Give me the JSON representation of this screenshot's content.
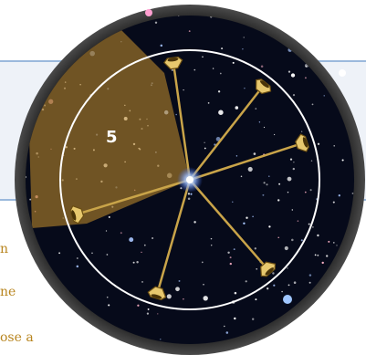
{
  "side_text": [
    "n",
    "ne",
    "ose a"
  ],
  "selected_value": "5",
  "colors": {
    "accent": "#c9a449",
    "sector": "#b8862b",
    "sky": "#060a1a",
    "rim": "#2b2b2b",
    "text": "#b8851f"
  },
  "spokes": [
    {
      "name": "spoke-top",
      "angle_deg": 98
    },
    {
      "name": "spoke-upper-right",
      "angle_deg": 52
    },
    {
      "name": "spoke-right",
      "angle_deg": 18
    },
    {
      "name": "spoke-left",
      "angle_deg": 197
    },
    {
      "name": "spoke-lower-left",
      "angle_deg": 254
    },
    {
      "name": "spoke-lower-right",
      "angle_deg": 311
    }
  ]
}
